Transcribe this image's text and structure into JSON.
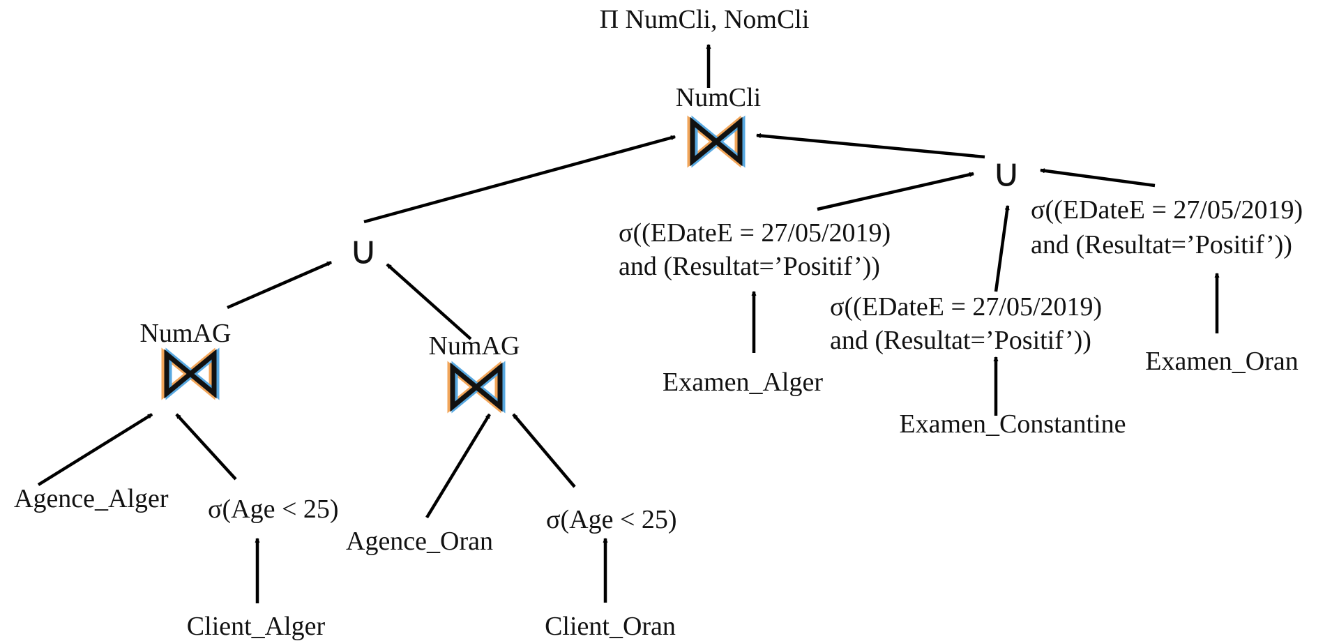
{
  "nodes": {
    "projection": "Π NumCli, NomCli",
    "top_join_attr": "NumCli",
    "union_symbol": "∪",
    "left_join_attr": "NumAG",
    "mid_join_attr": "NumAG",
    "agence_alger": "Agence_Alger",
    "agence_oran": "Agence_Oran",
    "client_alger": "Client_Alger",
    "client_oran": "Client_Oran",
    "sel_age": "σ(Age < 25)",
    "sel_exam_line1": "σ((EDateE = 27/05/2019)",
    "sel_exam_line2": "and (Resultat=’Positif’))",
    "examen_alger": "Examen_Alger",
    "examen_constantine": "Examen_Constantine",
    "examen_oran": "Examen_Oran"
  },
  "icons": {
    "join": "bowtie-join-icon",
    "union": "union-icon"
  },
  "colors": {
    "text": "#111111",
    "edge": "#000000",
    "join_fill_left": "#f2a65a",
    "join_fill_right": "#58a8e0"
  }
}
